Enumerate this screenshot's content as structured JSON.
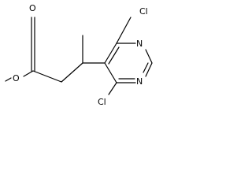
{
  "molecule": {
    "labels": {
      "o_carbonyl": "O",
      "o_ester": "O",
      "cl_top": "Cl",
      "cl_bottom": "Cl",
      "n_upper": "N",
      "n_lower": "N"
    }
  }
}
